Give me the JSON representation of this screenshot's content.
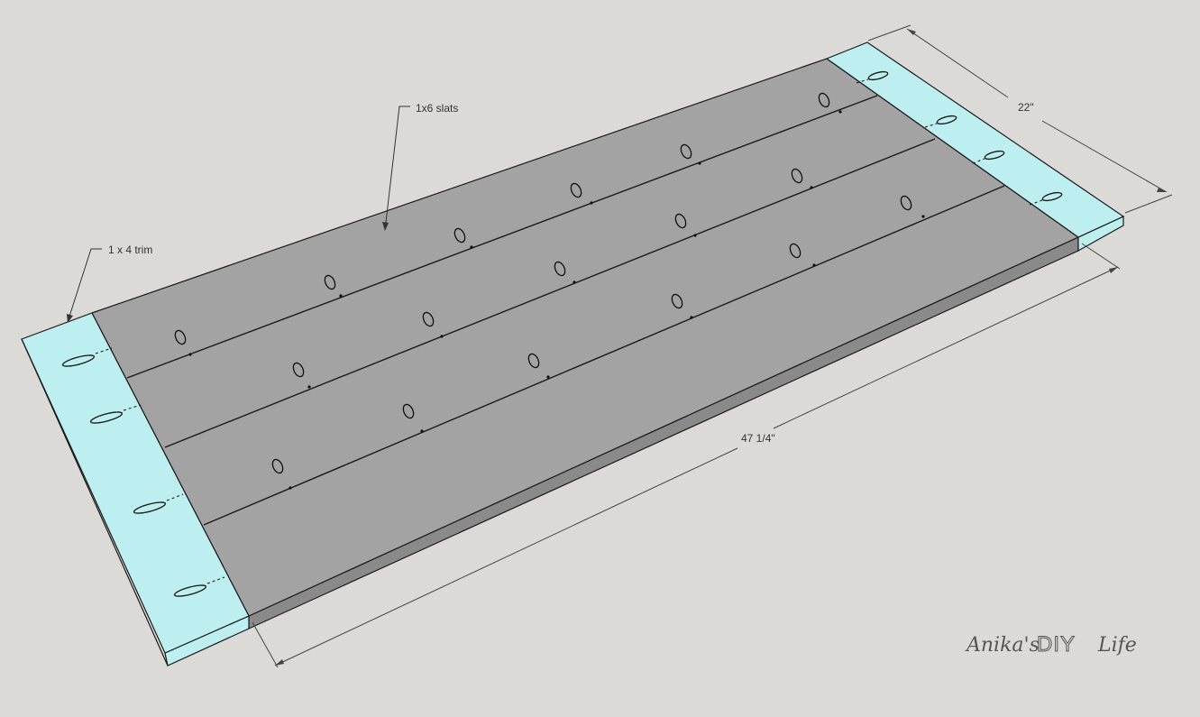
{
  "annotations": {
    "slats": "1x6 slats",
    "trim": "1 x 4 trim",
    "width": "22\"",
    "length": "47 1/4\""
  },
  "watermark": {
    "name": "Anika's",
    "brand": "DIY",
    "suffix": "Life"
  },
  "colors": {
    "background": "#dcdad6",
    "slat": "#a3a3a3",
    "slat_side": "#8c8c8c",
    "trim": "#bdeef0",
    "line": "#1a1a1a"
  }
}
